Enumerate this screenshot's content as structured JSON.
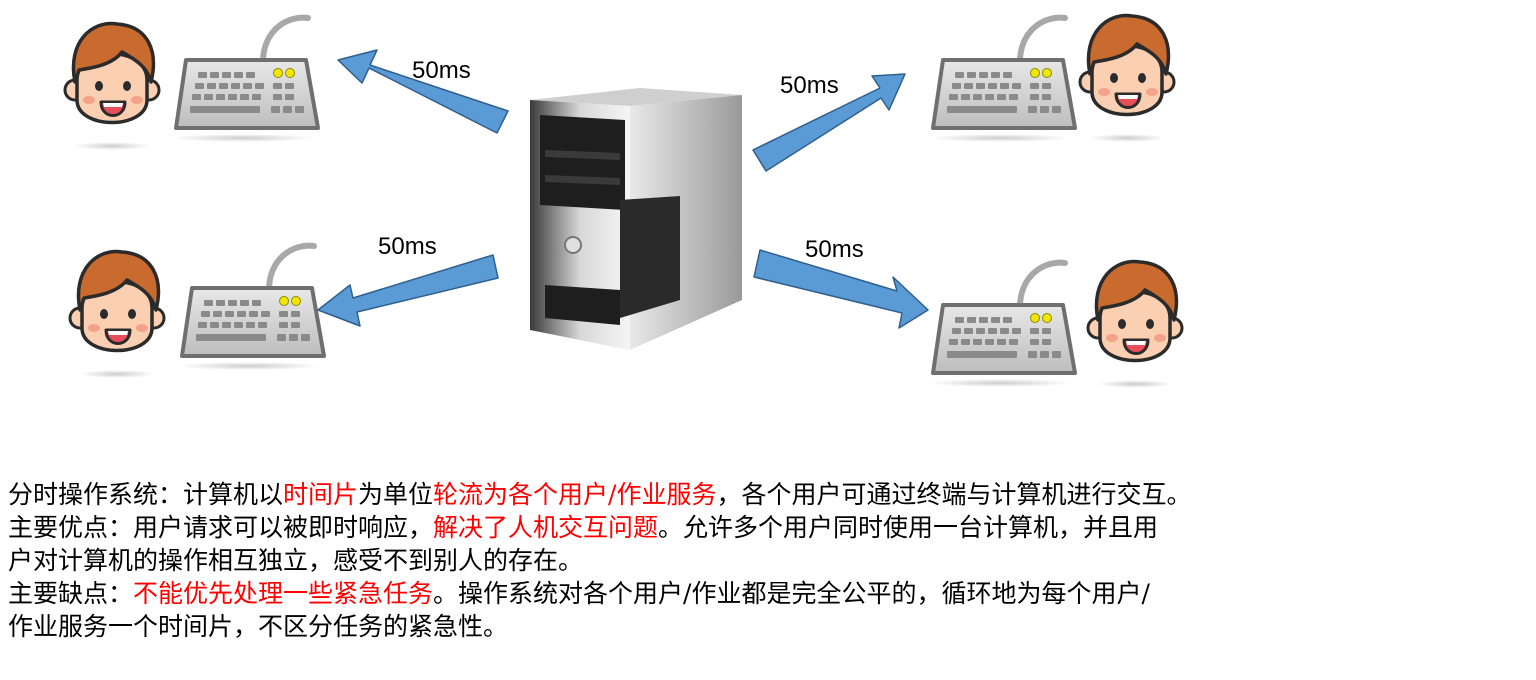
{
  "diagram": {
    "latency_labels": [
      "50ms",
      "50ms",
      "50ms",
      "50ms"
    ],
    "arrow_color": "#5b9bd5",
    "highlight_color": "#ff0000"
  },
  "text": {
    "line1": [
      {
        "t": "分时操作系统：计算机以",
        "hl": false
      },
      {
        "t": "时间片",
        "hl": true
      },
      {
        "t": "为单位",
        "hl": false
      },
      {
        "t": "轮流为各个用户/作业服务",
        "hl": true
      },
      {
        "t": "，各个用户可通过终端与计算机进行交互。",
        "hl": false
      }
    ],
    "line2": [
      {
        "t": "主要优点：用户请求可以被即时响应，",
        "hl": false
      },
      {
        "t": "解决了人机交互问题",
        "hl": true
      },
      {
        "t": "。允许多个用户同时使用一台计算机，并且用",
        "hl": false
      }
    ],
    "line3": [
      {
        "t": "户对计算机的操作相互独立，感受不到别人的存在。",
        "hl": false
      }
    ],
    "line4": [
      {
        "t": "主要缺点：",
        "hl": false
      },
      {
        "t": "不能优先处理一些紧急任务",
        "hl": true
      },
      {
        "t": "。操作系统对各个用户/作业都是完全公平的，循环地为每个用户/",
        "hl": false
      }
    ],
    "line5": [
      {
        "t": "作业服务一个时间片，不区分任务的紧急性。",
        "hl": false
      }
    ]
  }
}
